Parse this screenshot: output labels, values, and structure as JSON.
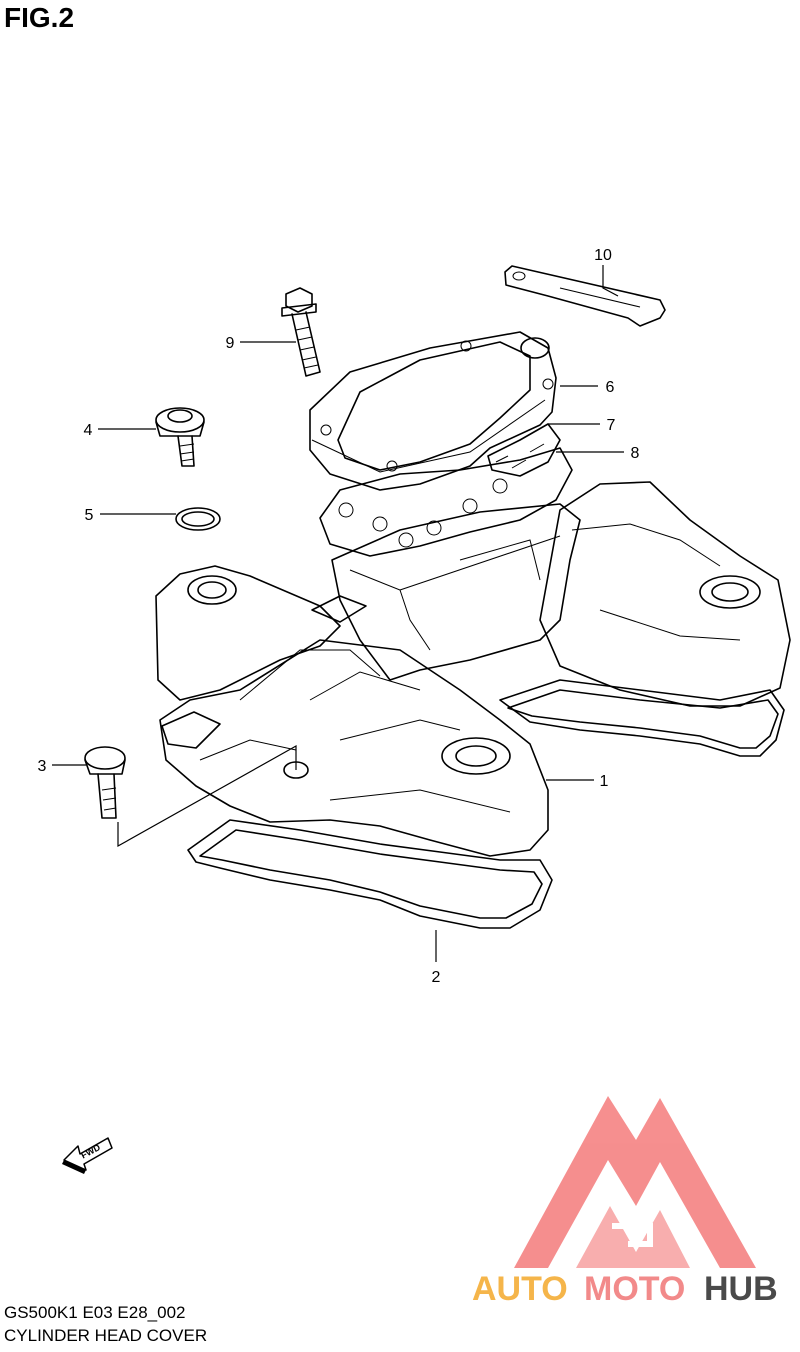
{
  "figure": {
    "title": "FIG.2"
  },
  "callouts": {
    "p1": "1",
    "p2": "2",
    "p3": "3",
    "p4": "4",
    "p5": "5",
    "p6": "6",
    "p7": "7",
    "p8": "8",
    "p9": "9",
    "p10": "10"
  },
  "fwd_arrow": {
    "label": "FWD"
  },
  "footer": {
    "code": "GS500K1 E03 E28_002",
    "caption": "CYLINDER HEAD COVER"
  },
  "watermark": {
    "brand_left": "AUTO",
    "brand_mid": "MOTO",
    "brand_right": "HUB",
    "colors": {
      "logo_red": "#f06a6a",
      "auto_orange": "#f5a623",
      "moto_pink": "#f07a7a",
      "hub_gray": "#4a4a4a"
    }
  }
}
